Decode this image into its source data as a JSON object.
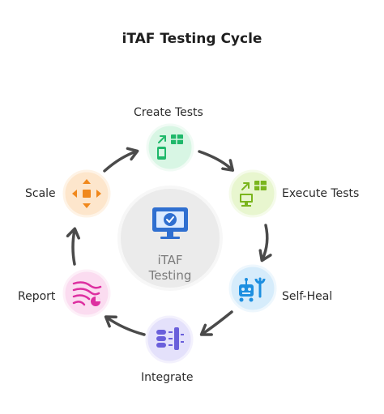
{
  "title": "iTAF Testing Cycle",
  "center": {
    "line1": "iTAF",
    "line2": "Testing"
  },
  "steps": [
    {
      "label": "Create Tests",
      "icon": "device-table-swap-icon",
      "color": "#1fb86a",
      "bg": "#d8f6e4"
    },
    {
      "label": "Execute Tests",
      "icon": "monitor-table-icon",
      "color": "#7ab51d",
      "bg": "#e8f6cf"
    },
    {
      "label": "Self-Heal",
      "icon": "robot-wrench-icon",
      "color": "#1d8fe0",
      "bg": "#d6ecfb"
    },
    {
      "label": "Integrate",
      "icon": "data-stack-icon",
      "color": "#6a5fdb",
      "bg": "#e4e1fb"
    },
    {
      "label": "Report",
      "icon": "report-waves-icon",
      "color": "#dd2fa0",
      "bg": "#fbdcf0"
    },
    {
      "label": "Scale",
      "icon": "expand-arrows-icon",
      "color": "#f0881c",
      "bg": "#fde6cc"
    }
  ],
  "center_icon": {
    "icon": "monitor-check-icon",
    "color": "#2f6fd0"
  }
}
